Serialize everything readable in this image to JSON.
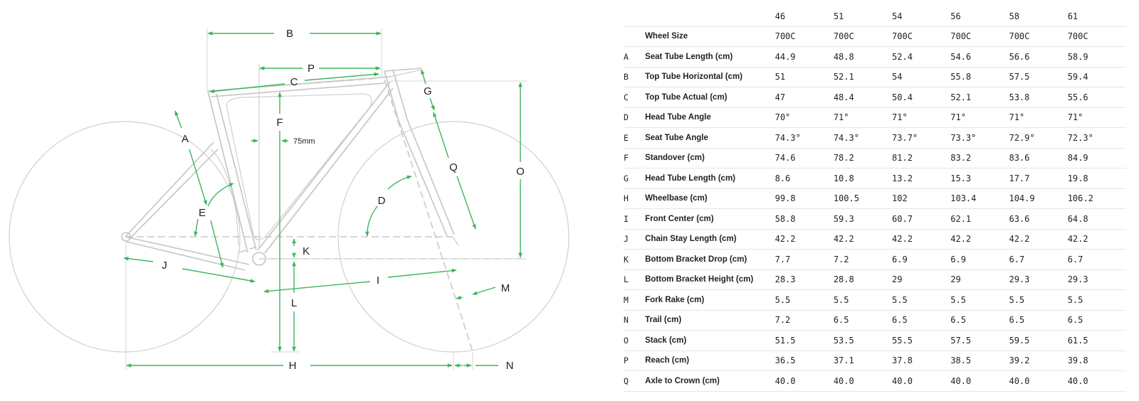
{
  "diagram": {
    "labels": {
      "A": "A",
      "B": "B",
      "C": "C",
      "D": "D",
      "E": "E",
      "F": "F",
      "G": "G",
      "H": "H",
      "I": "I",
      "J": "J",
      "K": "K",
      "L": "L",
      "M": "M",
      "N": "N",
      "O": "O",
      "P": "P",
      "Q": "Q"
    },
    "standover_note": "75mm",
    "accent_color": "#3cb55a",
    "frame_color": "#c4c4c4"
  },
  "table": {
    "sizes": [
      "46",
      "51",
      "54",
      "56",
      "58",
      "61"
    ],
    "rows": [
      {
        "letter": "",
        "name": "Wheel Size",
        "values": [
          "700C",
          "700C",
          "700C",
          "700C",
          "700C",
          "700C"
        ]
      },
      {
        "letter": "A",
        "name": "Seat Tube Length (cm)",
        "values": [
          "44.9",
          "48.8",
          "52.4",
          "54.6",
          "56.6",
          "58.9"
        ]
      },
      {
        "letter": "B",
        "name": "Top Tube Horizontal (cm)",
        "values": [
          "51",
          "52.1",
          "54",
          "55.8",
          "57.5",
          "59.4"
        ]
      },
      {
        "letter": "C",
        "name": "Top Tube Actual (cm)",
        "values": [
          "47",
          "48.4",
          "50.4",
          "52.1",
          "53.8",
          "55.6"
        ]
      },
      {
        "letter": "D",
        "name": "Head Tube Angle",
        "values": [
          "70°",
          "71°",
          "71°",
          "71°",
          "71°",
          "71°"
        ]
      },
      {
        "letter": "E",
        "name": "Seat Tube Angle",
        "values": [
          "74.3°",
          "74.3°",
          "73.7°",
          "73.3°",
          "72.9°",
          "72.3°"
        ]
      },
      {
        "letter": "F",
        "name": "Standover (cm)",
        "values": [
          "74.6",
          "78.2",
          "81.2",
          "83.2",
          "83.6",
          "84.9"
        ]
      },
      {
        "letter": "G",
        "name": "Head Tube Length (cm)",
        "values": [
          "8.6",
          "10.8",
          "13.2",
          "15.3",
          "17.7",
          "19.8"
        ]
      },
      {
        "letter": "H",
        "name": "Wheelbase (cm)",
        "values": [
          "99.8",
          "100.5",
          "102",
          "103.4",
          "104.9",
          "106.2"
        ]
      },
      {
        "letter": "I",
        "name": "Front Center (cm)",
        "values": [
          "58.8",
          "59.3",
          "60.7",
          "62.1",
          "63.6",
          "64.8"
        ]
      },
      {
        "letter": "J",
        "name": "Chain Stay Length (cm)",
        "values": [
          "42.2",
          "42.2",
          "42.2",
          "42.2",
          "42.2",
          "42.2"
        ]
      },
      {
        "letter": "K",
        "name": "Bottom Bracket Drop (cm)",
        "values": [
          "7.7",
          "7.2",
          "6.9",
          "6.9",
          "6.7",
          "6.7"
        ]
      },
      {
        "letter": "L",
        "name": "Bottom Bracket Height (cm)",
        "values": [
          "28.3",
          "28.8",
          "29",
          "29",
          "29.3",
          "29.3"
        ]
      },
      {
        "letter": "M",
        "name": "Fork Rake (cm)",
        "values": [
          "5.5",
          "5.5",
          "5.5",
          "5.5",
          "5.5",
          "5.5"
        ]
      },
      {
        "letter": "N",
        "name": "Trail (cm)",
        "values": [
          "7.2",
          "6.5",
          "6.5",
          "6.5",
          "6.5",
          "6.5"
        ]
      },
      {
        "letter": "O",
        "name": "Stack (cm)",
        "values": [
          "51.5",
          "53.5",
          "55.5",
          "57.5",
          "59.5",
          "61.5"
        ]
      },
      {
        "letter": "P",
        "name": "Reach (cm)",
        "values": [
          "36.5",
          "37.1",
          "37.8",
          "38.5",
          "39.2",
          "39.8"
        ]
      },
      {
        "letter": "Q",
        "name": "Axle to Crown (cm)",
        "values": [
          "40.0",
          "40.0",
          "40.0",
          "40.0",
          "40.0",
          "40.0"
        ]
      }
    ]
  }
}
